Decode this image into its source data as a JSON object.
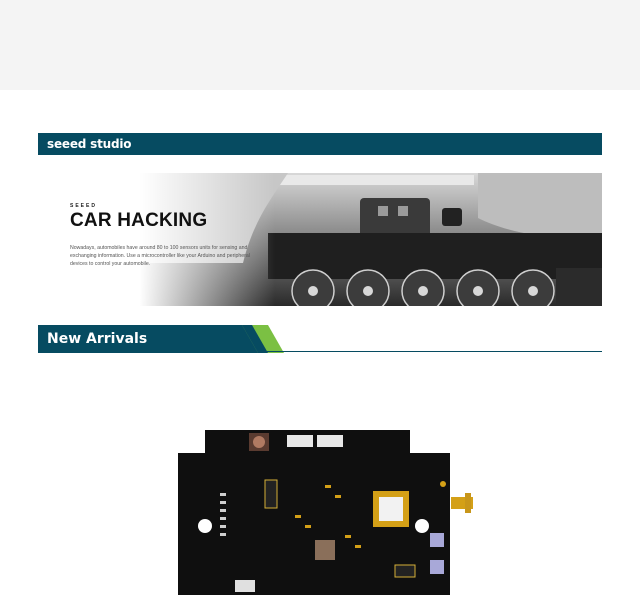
{
  "brand": {
    "logo_text": "seeed studio"
  },
  "banner": {
    "eyebrow": "SEEED",
    "title": "CAR HACKING",
    "description": "Nowadays, automobiles have around 80 to 100 sensors units for sensing and exchanging information. Use a microcontroller like your Arduino and peripheral devices to control your automobile."
  },
  "section": {
    "title": "New Arrivals"
  },
  "colors": {
    "brand": "#064b61",
    "accent_green": "#7bc043",
    "board": "#0f0f0f"
  },
  "icons": {
    "product": "circuit-board-image",
    "banner": "car-dashboard-photo"
  }
}
